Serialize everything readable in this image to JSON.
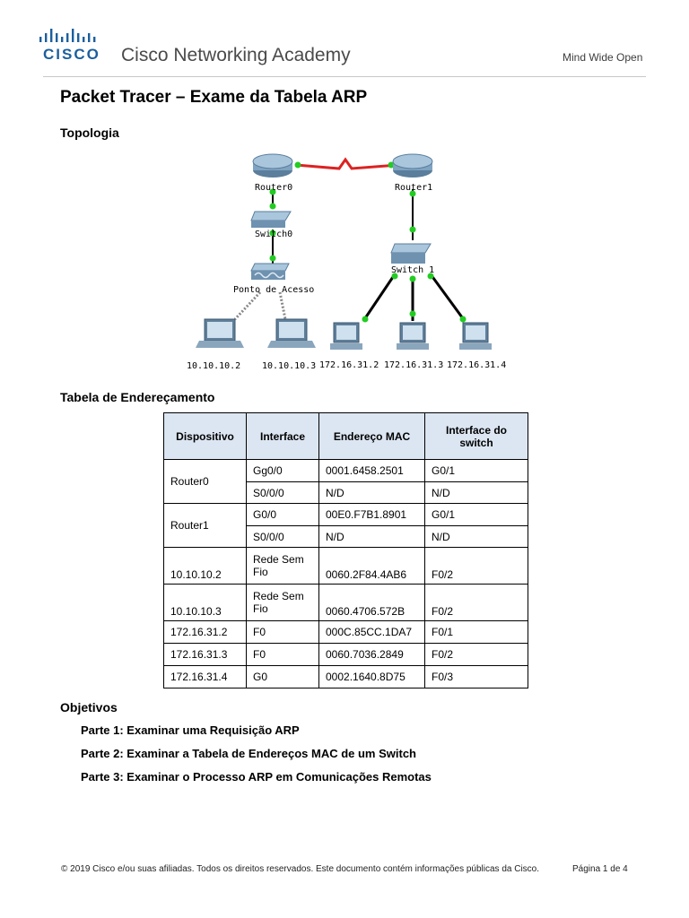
{
  "header": {
    "brand": "CISCO",
    "academy": "Cisco Networking Academy",
    "tagline": "Mind Wide Open"
  },
  "title": "Packet Tracer – Exame da Tabela ARP",
  "sections": {
    "topology": "Topologia",
    "addressing": "Tabela de Endereçamento",
    "objectives": "Objetivos"
  },
  "topology": {
    "router0": "Router0",
    "router1": "Router1",
    "switch0": "Switch0",
    "switch1": "Switch 1",
    "ap": "Ponto de Acesso",
    "hosts": [
      "10.10.10.2",
      "10.10.10.3",
      "172.16.31.2",
      "172.16.31.3",
      "172.16.31.4"
    ]
  },
  "table": {
    "headers": [
      "Dispositivo",
      "Interface",
      "Endereço MAC",
      "Interface do switch"
    ],
    "rows": [
      {
        "device": "Router0",
        "iface": "Gg0/0",
        "mac": "0001.6458.2501",
        "sw": "G0/1"
      },
      {
        "device": "",
        "iface": "S0/0/0",
        "mac": "N/D",
        "sw": "N/D"
      },
      {
        "device": "Router1",
        "iface": "G0/0",
        "mac": "00E0.F7B1.8901",
        "sw": "G0/1"
      },
      {
        "device": "",
        "iface": "S0/0/0",
        "mac": "N/D",
        "sw": "N/D"
      },
      {
        "device": "10.10.10.2",
        "iface": "Rede Sem Fio",
        "mac": "0060.2F84.4AB6",
        "sw": "F0/2"
      },
      {
        "device": "10.10.10.3",
        "iface": "Rede Sem Fio",
        "mac": "0060.4706.572B",
        "sw": "F0/2"
      },
      {
        "device": "172.16.31.2",
        "iface": "F0",
        "mac": "000C.85CC.1DA7",
        "sw": "F0/1"
      },
      {
        "device": "172.16.31.3",
        "iface": "F0",
        "mac": "0060.7036.2849",
        "sw": "F0/2"
      },
      {
        "device": "172.16.31.4",
        "iface": "G0",
        "mac": "0002.1640.8D75",
        "sw": "F0/3"
      }
    ]
  },
  "objectives": [
    "Parte 1: Examinar uma Requisição ARP",
    "Parte 2: Examinar a Tabela de Endereços MAC de um Switch",
    "Parte 3: Examinar o Processo ARP em Comunicações Remotas"
  ],
  "footer": {
    "copyright": "© 2019 Cisco e/ou suas afiliadas. Todos os direitos reservados. Este documento contém informações públicas da Cisco.",
    "page": "Página 1 de 4"
  },
  "colors": {
    "cisco_blue": "#1b5f9e",
    "table_header_bg": "#dce6f2",
    "link_up": "#22cc22",
    "serial_link": "#dd2222"
  }
}
